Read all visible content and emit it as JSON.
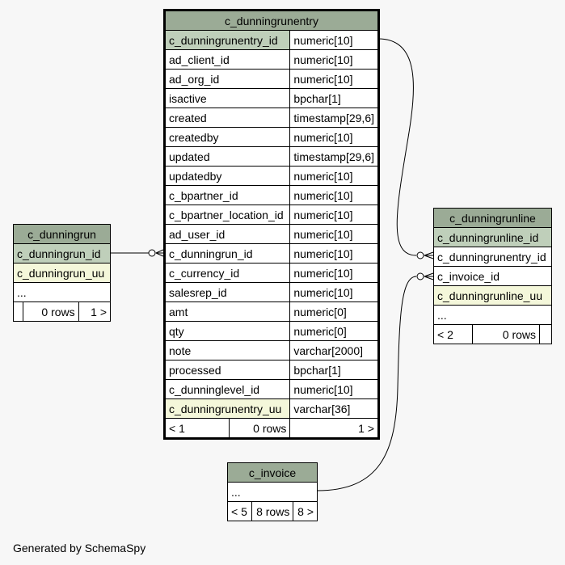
{
  "main": {
    "name": "c_dunningrunentry",
    "columns": [
      {
        "name": "c_dunningrunentry_id",
        "type": "numeric[10]",
        "kind": "pk"
      },
      {
        "name": "ad_client_id",
        "type": "numeric[10]",
        "kind": ""
      },
      {
        "name": "ad_org_id",
        "type": "numeric[10]",
        "kind": ""
      },
      {
        "name": "isactive",
        "type": "bpchar[1]",
        "kind": ""
      },
      {
        "name": "created",
        "type": "timestamp[29,6]",
        "kind": ""
      },
      {
        "name": "createdby",
        "type": "numeric[10]",
        "kind": ""
      },
      {
        "name": "updated",
        "type": "timestamp[29,6]",
        "kind": ""
      },
      {
        "name": "updatedby",
        "type": "numeric[10]",
        "kind": ""
      },
      {
        "name": "c_bpartner_id",
        "type": "numeric[10]",
        "kind": ""
      },
      {
        "name": "c_bpartner_location_id",
        "type": "numeric[10]",
        "kind": ""
      },
      {
        "name": "ad_user_id",
        "type": "numeric[10]",
        "kind": ""
      },
      {
        "name": "c_dunningrun_id",
        "type": "numeric[10]",
        "kind": ""
      },
      {
        "name": "c_currency_id",
        "type": "numeric[10]",
        "kind": ""
      },
      {
        "name": "salesrep_id",
        "type": "numeric[10]",
        "kind": ""
      },
      {
        "name": "amt",
        "type": "numeric[0]",
        "kind": ""
      },
      {
        "name": "qty",
        "type": "numeric[0]",
        "kind": ""
      },
      {
        "name": "note",
        "type": "varchar[2000]",
        "kind": ""
      },
      {
        "name": "processed",
        "type": "bpchar[1]",
        "kind": ""
      },
      {
        "name": "c_dunninglevel_id",
        "type": "numeric[10]",
        "kind": ""
      },
      {
        "name": "c_dunningrunentry_uu",
        "type": "varchar[36]",
        "kind": "uu"
      }
    ],
    "footer": {
      "parents": "< 1",
      "rows": "0 rows",
      "children": "1 >"
    }
  },
  "dunningrun": {
    "name": "c_dunningrun",
    "columns": [
      {
        "name": "c_dunningrun_id",
        "kind": "pk"
      },
      {
        "name": "c_dunningrun_uu",
        "kind": "uu"
      },
      {
        "name": "...",
        "kind": ""
      }
    ],
    "footer": {
      "parents": "",
      "rows": "0 rows",
      "children": "1 >"
    }
  },
  "dunningrunline": {
    "name": "c_dunningrunline",
    "columns": [
      {
        "name": "c_dunningrunline_id",
        "kind": "pk"
      },
      {
        "name": "c_dunningrunentry_id",
        "kind": ""
      },
      {
        "name": "c_invoice_id",
        "kind": ""
      },
      {
        "name": "c_dunningrunline_uu",
        "kind": "uu"
      },
      {
        "name": "...",
        "kind": ""
      }
    ],
    "footer": {
      "parents": "< 2",
      "rows": "0 rows",
      "children": ""
    }
  },
  "invoice": {
    "name": "c_invoice",
    "columns": [
      {
        "name": "...",
        "kind": ""
      }
    ],
    "footer": {
      "parents": "< 5",
      "rows": "8 rows",
      "children": "8 >"
    }
  },
  "footer_text": "Generated by SchemaSpy"
}
